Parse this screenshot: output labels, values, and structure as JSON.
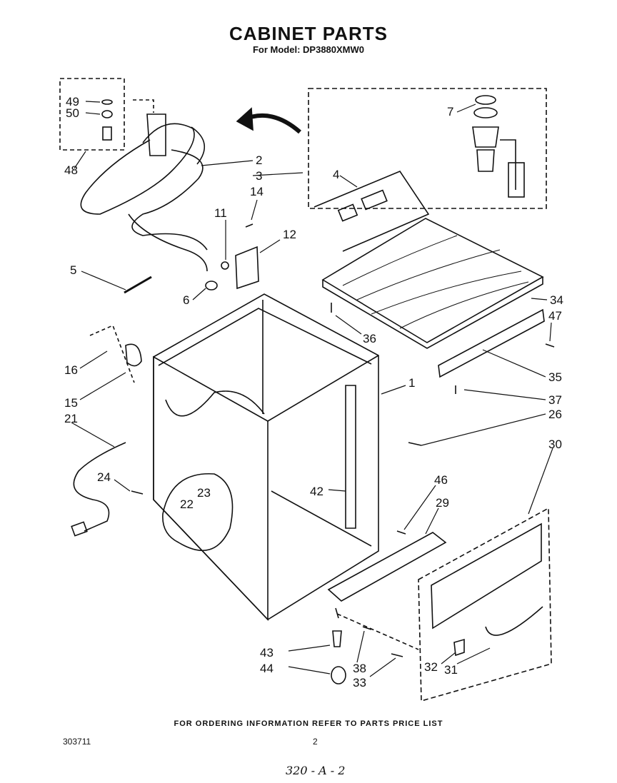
{
  "header": {
    "title": "CABINET PARTS",
    "subtitle": "For Model: DP3880XMW0"
  },
  "callouts": {
    "c1": "1",
    "c2": "2",
    "c3": "3",
    "c4": "4",
    "c5": "5",
    "c6": "6",
    "c7": "7",
    "c11": "11",
    "c12": "12",
    "c14": "14",
    "c15": "15",
    "c16": "16",
    "c21": "21",
    "c22": "22",
    "c23": "23",
    "c24": "24",
    "c26": "26",
    "c29": "29",
    "c30": "30",
    "c31": "31",
    "c32": "32",
    "c33": "33",
    "c34": "34",
    "c35": "35",
    "c36": "36",
    "c37": "37",
    "c38": "38",
    "c42": "42",
    "c43": "43",
    "c44": "44",
    "c46": "46",
    "c47": "47",
    "c48": "48",
    "c49": "49",
    "c50": "50"
  },
  "footer": {
    "note": "FOR ORDERING INFORMATION REFER TO PARTS PRICE LIST",
    "doc_number": "303711",
    "page_number": "2",
    "handwritten": "320 - A - 2"
  }
}
